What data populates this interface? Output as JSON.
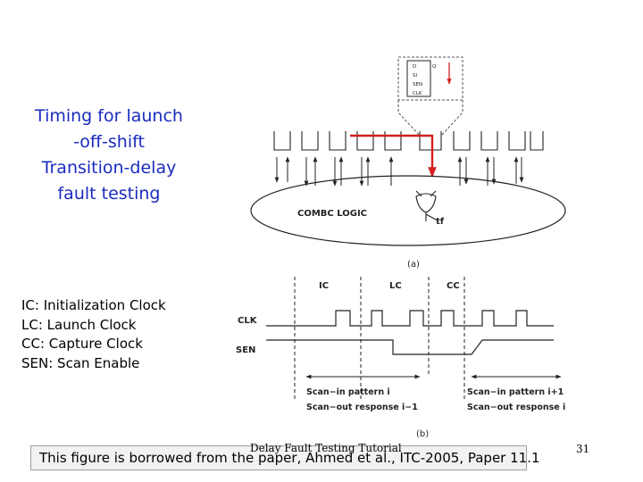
{
  "title_lines": [
    "Timing for launch",
    "-off-shift",
    "Transition-delay",
    "fault testing"
  ],
  "legend_lines": [
    "IC: Initialization Clock",
    "LC: Launch Clock",
    "CC: Capture Clock",
    "SEN: Scan Enable"
  ],
  "figure_a": {
    "cell_pins": [
      "D",
      "SI",
      "SEN",
      "CLK",
      "Q"
    ],
    "logic_label": "COMBC LOGIC",
    "fault_label": "tf",
    "caption": "(a)"
  },
  "figure_b": {
    "clock_labels": [
      "IC",
      "LC",
      "CC"
    ],
    "signal_labels": [
      "CLK",
      "SEN"
    ],
    "left_span_lines": [
      "Scan−in pattern i",
      "Scan−out response i−1"
    ],
    "right_span_lines": [
      "Scan−in pattern i+1",
      "Scan−out response i"
    ],
    "caption": "(b)"
  },
  "note": "This figure is borrowed from the paper, Ahmed et al., ITC-2005, Paper 11.1",
  "footer": "Delay Fault Testing Tutorial",
  "page_number": "31",
  "colors": {
    "title": "#1a2bbd",
    "scan_path": "#d42020",
    "diagram_line": "#222222"
  }
}
